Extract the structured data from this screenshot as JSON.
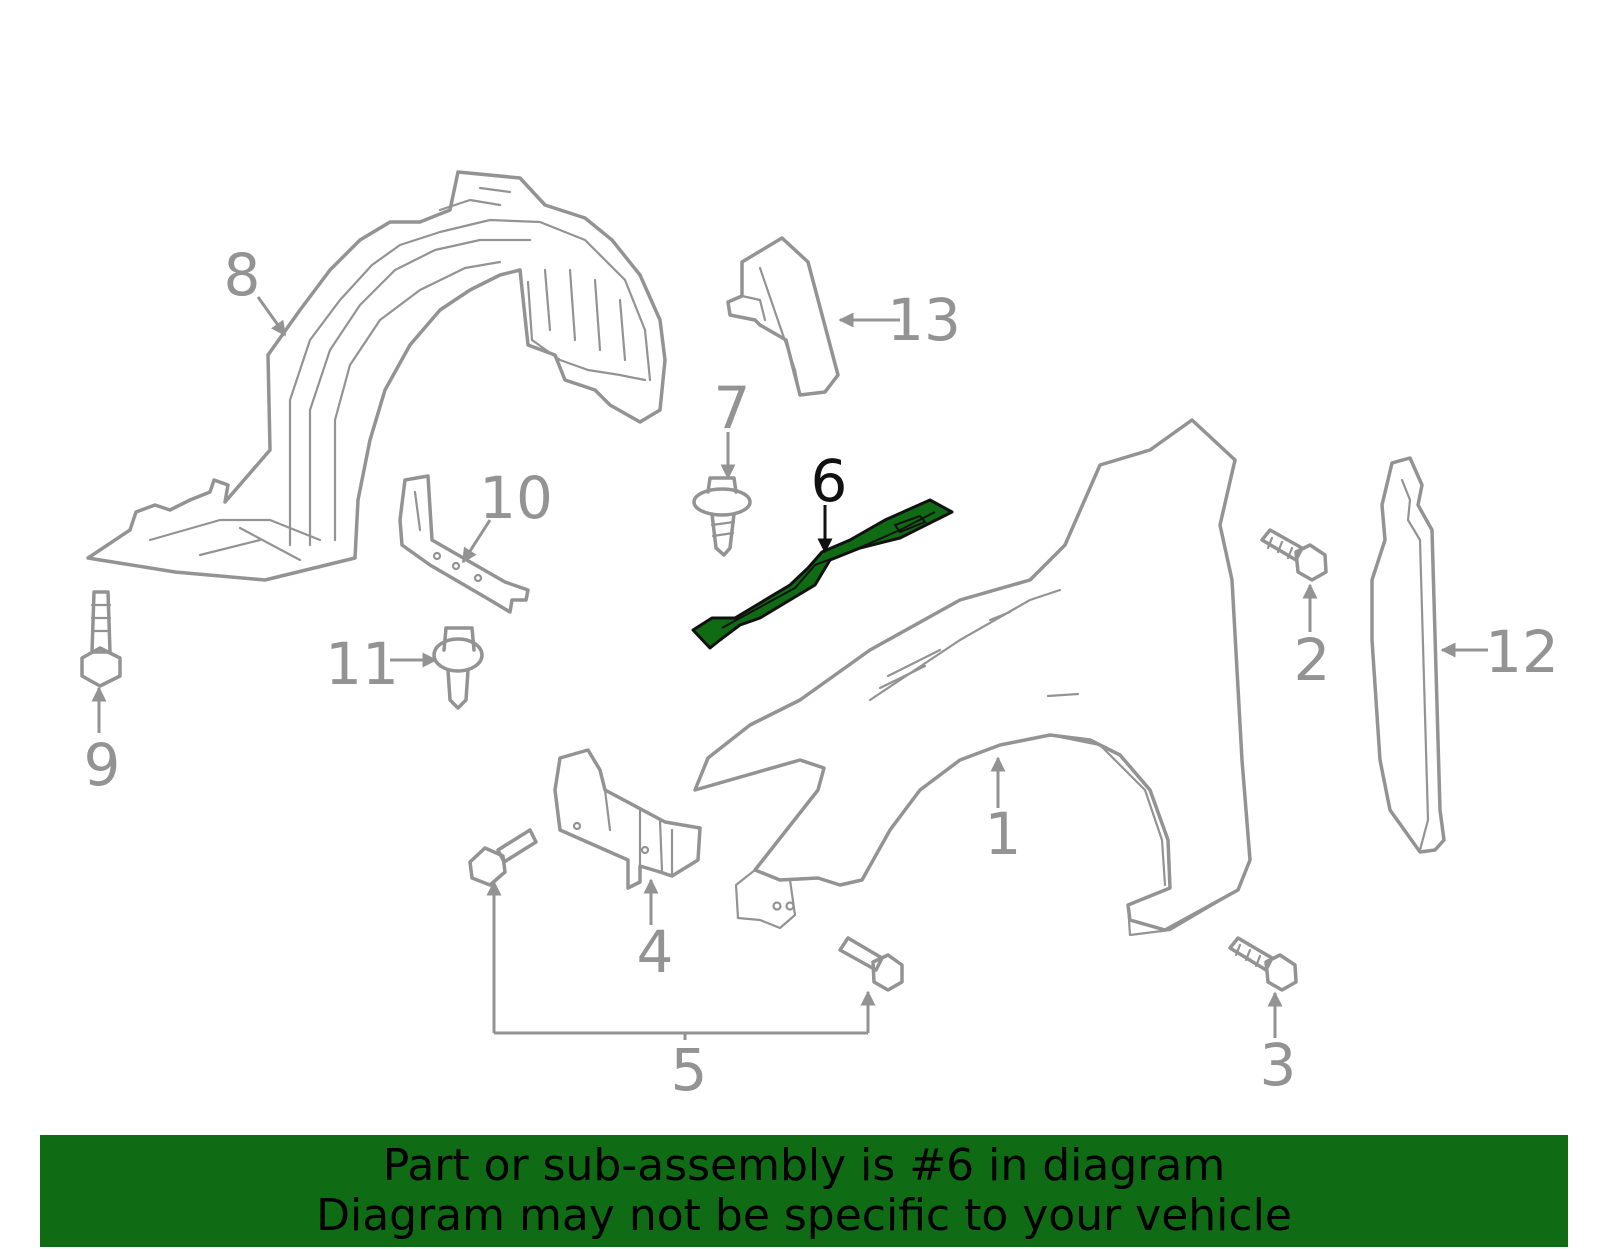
{
  "diagram": {
    "callouts": [
      "1",
      "2",
      "3",
      "4",
      "5",
      "6",
      "7",
      "8",
      "9",
      "10",
      "11",
      "12",
      "13"
    ],
    "highlighted_part": "6",
    "highlight_color": "#0f6b14"
  },
  "banner": {
    "line1": "Part or sub-assembly is #6 in diagram",
    "line2": "Diagram may not be specific to your vehicle"
  }
}
